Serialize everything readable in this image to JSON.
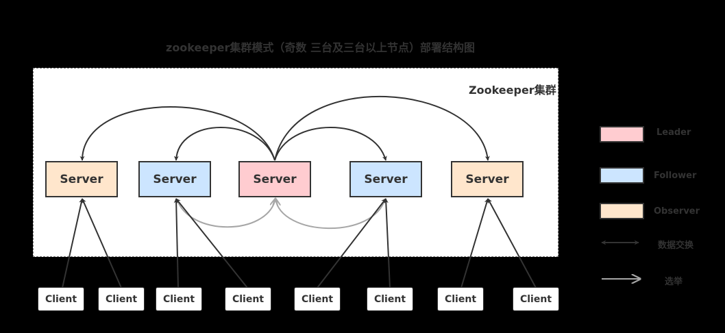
{
  "title": "zookeeper集群模式（奇数 三台及三台以上节点）部署结构图",
  "cluster_label": "Zookeeper集群",
  "colors": {
    "leader": "#ffccd0",
    "follower": "#cce5ff",
    "observer": "#ffe6cc",
    "exchange_arrow": "#333333",
    "election_arrow": "#a6a6a6"
  },
  "servers": [
    {
      "label": "Server",
      "role": "observer"
    },
    {
      "label": "Server",
      "role": "follower"
    },
    {
      "label": "Server",
      "role": "leader"
    },
    {
      "label": "Server",
      "role": "follower"
    },
    {
      "label": "Server",
      "role": "observer"
    }
  ],
  "clients": [
    "Client",
    "Client",
    "Client",
    "Client",
    "Client",
    "Client",
    "Client",
    "Client"
  ],
  "legend": {
    "leader": "Leader",
    "follower": "Follower",
    "observer": "Observer",
    "exchange": "数据交换",
    "election": "选举"
  }
}
